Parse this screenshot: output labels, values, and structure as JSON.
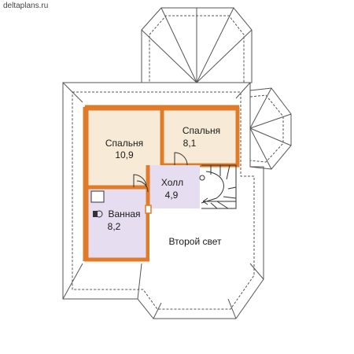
{
  "site": {
    "watermark": "deltaplans.ru"
  },
  "plan": {
    "rooms": [
      {
        "key": "bedroom1",
        "name": "Спальня",
        "area": "10,9",
        "fill": "#f7ebd7"
      },
      {
        "key": "bedroom2",
        "name": "Спальня",
        "area": "8,1",
        "fill": "#f7ebd7"
      },
      {
        "key": "hall",
        "name": "Холл",
        "area": "4,9",
        "fill": "#e6def0"
      },
      {
        "key": "bathroom",
        "name": "Ванная",
        "area": "8,2",
        "fill": "#e6def0"
      }
    ],
    "void_label": "Второй свет",
    "colors": {
      "wall": "#e07b2a",
      "roof_line": "#555555",
      "dash": "#444444"
    }
  }
}
